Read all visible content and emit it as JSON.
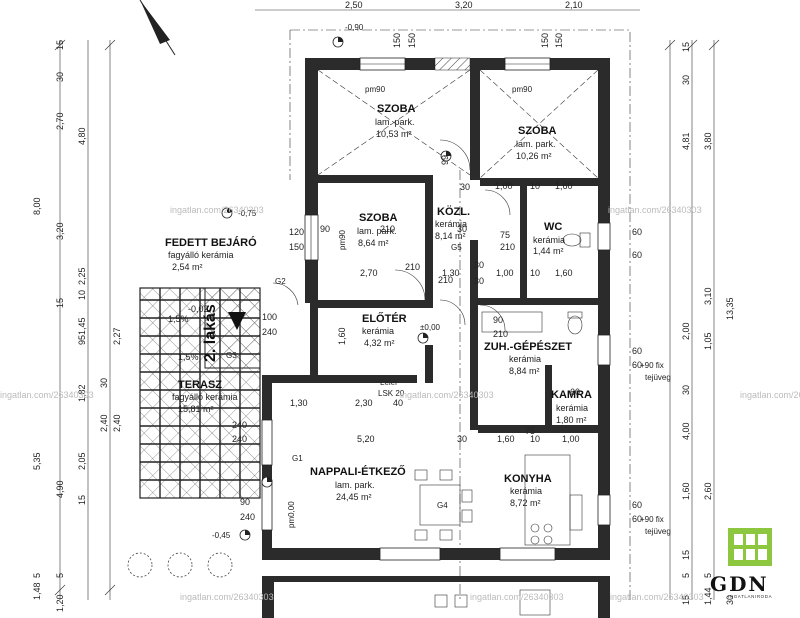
{
  "rooms": {
    "szoba1": {
      "name": "SZOBA",
      "floor": "lam. park.",
      "area": "10,53 m²"
    },
    "szoba2": {
      "name": "SZOBA",
      "floor": "lam. park.",
      "area": "10,26 m²"
    },
    "szoba3": {
      "name": "SZOBA",
      "floor": "lam. park.",
      "area": "8,64 m²"
    },
    "kozl": {
      "name": "KÖZL.",
      "floor": "kerámia",
      "area": "8,14 m²"
    },
    "wc": {
      "name": "WC",
      "floor": "kerámia",
      "area": "1,44 m²"
    },
    "eloter": {
      "name": "ELŐTÉR",
      "floor": "kerámia",
      "area": "4,32 m²"
    },
    "zuh": {
      "name": "ZUH.-GÉPÉSZET",
      "floor": "kerámia",
      "area": "8,84 m²"
    },
    "kamra": {
      "name": "KAMRA",
      "floor": "kerámia",
      "area": "1,80 m²"
    },
    "nappali": {
      "name": "NAPPALI-ÉTKEZŐ",
      "floor": "lam. park.",
      "area": "24,45 m²"
    },
    "konyha": {
      "name": "KONYHA",
      "floor": "kerámia",
      "area": "8,72 m²"
    },
    "bejaro": {
      "name": "FEDETT BEJÁRÓ",
      "floor": "fagyálló kerámia",
      "area": "2,54 m²"
    },
    "terasz": {
      "name": "TERASZ",
      "floor": "fagyálló kerámia",
      "area": "15,81 m²"
    }
  },
  "apartment_label": "2. lakás",
  "level_labels": {
    "pm90_a": "pm90",
    "pm90_b": "pm90",
    "pm90_c": "pm90",
    "pm000": "pm0,00",
    "zero": "±0,00",
    "neg075": "-0,75",
    "neg045": "-0,45",
    "top090": "-0,90"
  },
  "gas": {
    "g1": "G1",
    "g2": "G2",
    "g3": "G3",
    "g4": "G4",
    "g5": "G5"
  },
  "leier": {
    "line1": "Leier",
    "line2": "LSK 20"
  },
  "fix_notes": {
    "n1a": "+90 fix",
    "n1b": "tejüveg",
    "n2a": "+90 fix",
    "n2b": "tejüveg"
  },
  "top_dims": {
    "d1": "2,50",
    "d2": "3,20",
    "d3": "2,10"
  },
  "inner_dims": {
    "a1": "150",
    "a2": "150",
    "a3": "150",
    "a4": "150",
    "b1": "1,00",
    "b2": "10",
    "b3": "1,60",
    "c1": "1,00",
    "c2": "10",
    "c3": "1,60",
    "d1": "2,70",
    "d2": "1,30",
    "e1": "1,30",
    "e2": "2,30",
    "e3": "40",
    "f1": "5,20",
    "f2": "1,60",
    "f3": "10",
    "f4": "1,00",
    "g1": "120",
    "g2": "150",
    "h1": "30",
    "h2": "210",
    "h3": "210",
    "h4": "90",
    "h5": "210",
    "i1": "90",
    "i2": "240",
    "i3": "100",
    "i4": "240",
    "j1": "1,60",
    "j2": "60",
    "j3": "60",
    "j4": "60",
    "j5": "60",
    "j6": "60",
    "j7": "60",
    "k1": "30",
    "k2": "30",
    "k3": "30",
    "k4": "30",
    "k5": "75",
    "k6": "75",
    "l1": "2,27",
    "l2": "1,5%",
    "l3": "1,5%",
    "l4": "2,40",
    "l5": "240",
    "l6": "240",
    "l7": "-0,02",
    "m1": "90",
    "m2": "210",
    "m3": "210",
    "m4": "99",
    "m5": "60"
  },
  "left_dims": [
    "15",
    "30",
    "2,70",
    "4,80",
    "8,00",
    "3,20",
    "2,25",
    "10",
    "1,45",
    "15",
    "1,82",
    "2,05",
    "4,90",
    "5,35",
    "15",
    "5",
    "1,48",
    "5",
    "1,20",
    "95",
    "2,40",
    "30"
  ],
  "right_dims": [
    "15",
    "30",
    "4,81",
    "3,80",
    "3,10",
    "13,35",
    "2,00",
    "1,05",
    "30",
    "4,00",
    "2,60",
    "1,60",
    "15",
    "5",
    "5",
    "1,44",
    "15",
    "30"
  ],
  "watermarks": [
    "ingatlan.com/26340303",
    "ingatlan.com/26340303",
    "ingatlan.com/26340303",
    "ingatlan.com/26340303",
    "ingatlan.com/26340303",
    "ingatlan.com/26340303",
    "ingatlan.com/26340303",
    "ingatlan.com/26340303"
  ],
  "brand": {
    "name": "GDN",
    "tagline": "INGATLANIRODA"
  },
  "colors": {
    "wall": "#2b2b2b",
    "brand_green": "#8dc63f",
    "watermark": "#bbbbbb"
  }
}
